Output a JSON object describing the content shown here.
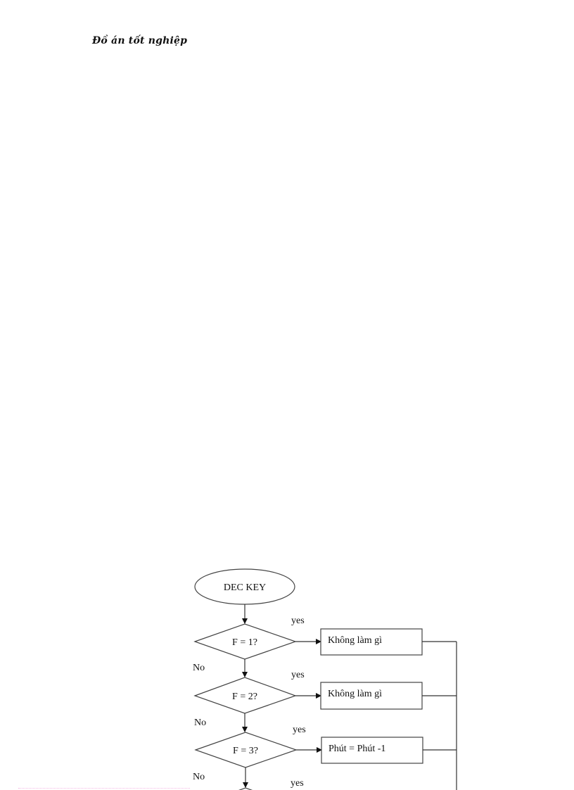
{
  "header": {
    "text": "Đồ án tốt nghiệp"
  },
  "flowchart": {
    "start": {
      "label": "DEC KEY"
    },
    "decisions": [
      {
        "label": "F = 1?",
        "yes": "yes",
        "no": "No"
      },
      {
        "label": "F = 2?",
        "yes": "yes",
        "no": "No"
      },
      {
        "label": "F = 3?",
        "yes": "yes",
        "no": "No"
      },
      {
        "label": "",
        "yes": "yes",
        "no": ""
      }
    ],
    "actions": [
      {
        "label": "Không làm gì"
      },
      {
        "label": "Không làm gì"
      },
      {
        "label": "Phút = Phút -1"
      }
    ]
  },
  "colors": {
    "stroke": "#444444",
    "footer_dots": "#f4b8e4"
  }
}
